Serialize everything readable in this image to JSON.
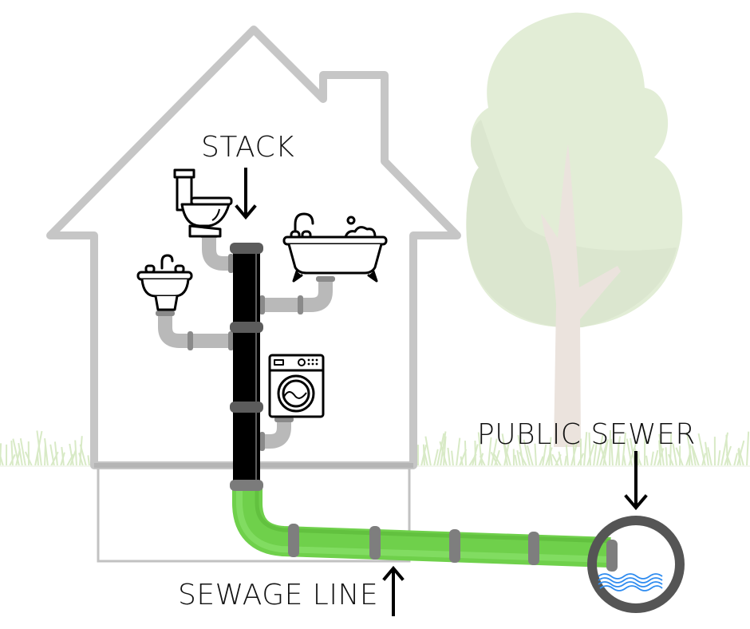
{
  "diagram": {
    "title": "House drainage: stack, sewage line and public sewer",
    "labels": {
      "stack": "STACK",
      "public_sewer": "PUBLIC SEWER",
      "sewage_line": "SEWAGE LINE"
    },
    "fixtures": [
      {
        "id": "toilet",
        "name": "Toilet"
      },
      {
        "id": "bathtub",
        "name": "Bathtub"
      },
      {
        "id": "sink",
        "name": "Sink"
      },
      {
        "id": "washing-machine",
        "name": "Washing machine"
      }
    ],
    "colors": {
      "house_outline": "#c6c6c6",
      "stack_pipe": "#000000",
      "pipe_collar": "#6e6e6e",
      "branch_pipe": "#b9b9b9",
      "sewage_line": "#6fd04b",
      "sewer_ring": "#555555",
      "water": "#2f8cf0",
      "tree_canopy": "#e2edd6",
      "tree_trunk": "#ebe3dd",
      "grass": "#d4e8c0",
      "text": "#111111"
    }
  }
}
